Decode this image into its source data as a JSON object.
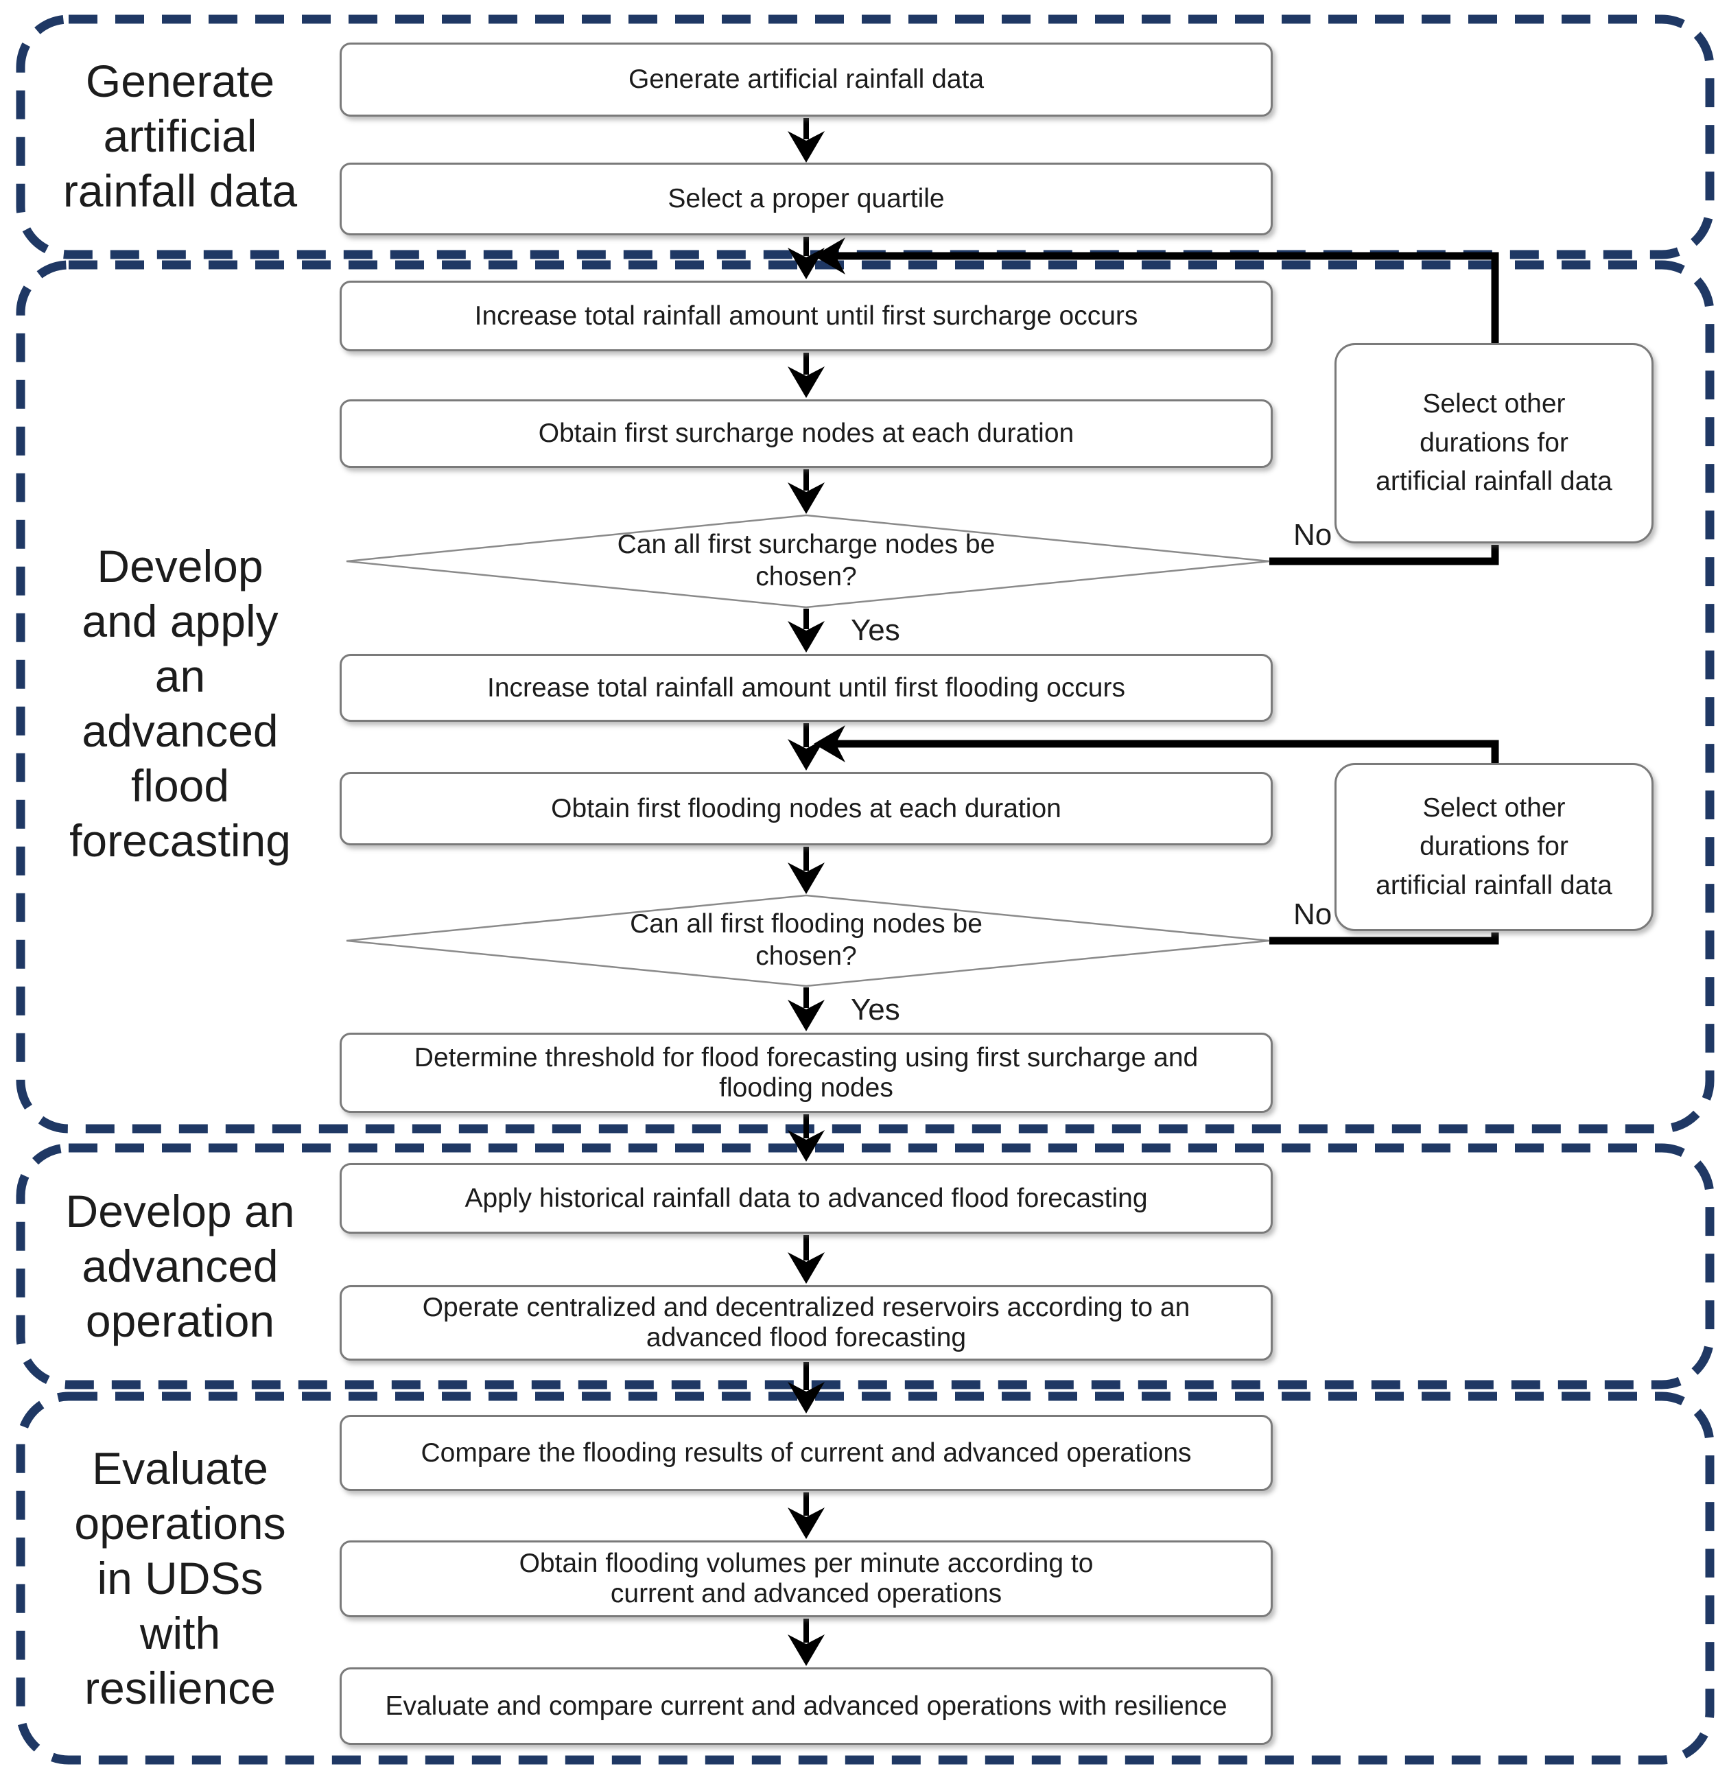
{
  "diagram": {
    "sections": [
      {
        "label_lines": [
          "Generate",
          "artificial",
          "rainfall data"
        ]
      },
      {
        "label_lines": [
          "Develop",
          "and apply",
          "an",
          "advanced",
          "flood",
          "forecasting"
        ]
      },
      {
        "label_lines": [
          "Develop an",
          "advanced",
          "operation"
        ]
      },
      {
        "label_lines": [
          "Evaluate",
          "operations",
          "in UDSs",
          "with",
          "resilience"
        ]
      }
    ],
    "boxes": {
      "generate": "Generate artificial rainfall data",
      "quartile": "Select a proper quartile",
      "increase_surcharge": "Increase total rainfall amount until first surcharge occurs",
      "obtain_surcharge": "Obtain first surcharge nodes at each duration",
      "increase_flooding": "Increase total rainfall amount until first flooding occurs",
      "obtain_flooding": "Obtain first flooding nodes at each duration",
      "determine_lines": [
        "Determine threshold for flood forecasting using first surcharge and",
        "flooding nodes"
      ],
      "apply": "Apply historical rainfall data to advanced flood forecasting",
      "operate_lines": [
        "Operate centralized and decentralized reservoirs according to an",
        "advanced flood forecasting"
      ],
      "compare": "Compare the flooding results of current and advanced operations",
      "volumes_lines": [
        "Obtain flooding volumes per minute according to",
        "current and advanced operations"
      ],
      "evaluate": "Evaluate and compare current and advanced operations with resilience",
      "select_other_1_lines": [
        "Select other",
        "durations for",
        "artificial rainfall data"
      ],
      "select_other_2_lines": [
        "Select other",
        "durations for",
        "artificial rainfall data"
      ]
    },
    "decisions": {
      "surcharge_lines": [
        "Can all first surcharge nodes be",
        "chosen?"
      ],
      "flooding_lines": [
        "Can all first flooding nodes be",
        "chosen?"
      ]
    },
    "labels": {
      "yes1": "Yes",
      "yes2": "Yes",
      "no1": "No",
      "no2": "No"
    },
    "colors": {
      "section_border": "#1f3864",
      "box_border": "#7a7a7a",
      "connector": "#000000"
    }
  }
}
